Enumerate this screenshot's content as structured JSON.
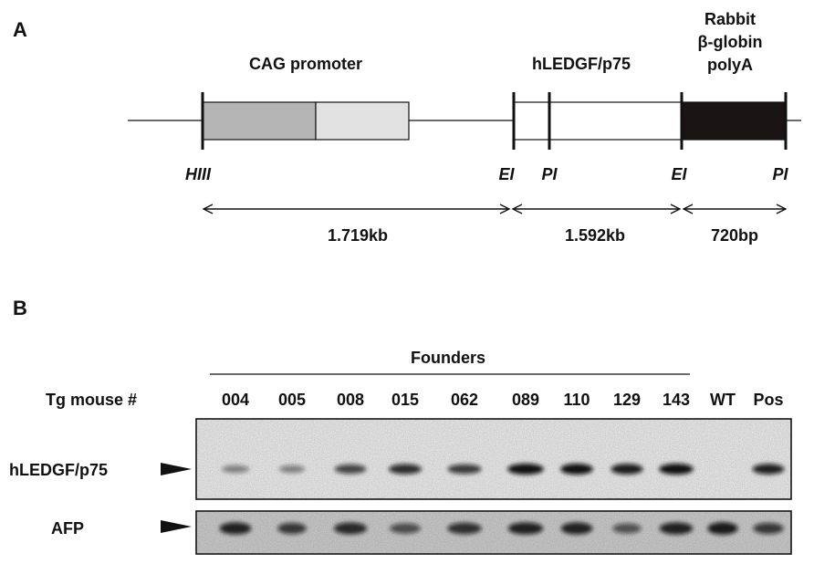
{
  "panels": {
    "a": {
      "label": "A"
    },
    "b": {
      "label": "B"
    }
  },
  "construct": {
    "promoter_label": "CAG promoter",
    "gene_label": "hLEDGF/p75",
    "polya_label_lines": [
      "Rabbit",
      "β-globin",
      "polyA"
    ],
    "sites": [
      "HIII",
      "EI",
      "PI",
      "EI",
      "PI"
    ],
    "sizes": [
      "1.719kb",
      "1.592kb",
      "720bp"
    ],
    "colors": {
      "promoter_dark": "#b5b5b5",
      "promoter_light": "#e1e1e1",
      "gene": "#ffffff",
      "polya": "#1a1414",
      "line": "#111111"
    }
  },
  "blot": {
    "group_label": "Founders",
    "row_header": "Tg mouse #",
    "lanes": [
      "004",
      "005",
      "008",
      "015",
      "062",
      "089",
      "110",
      "129",
      "143",
      "WT",
      "Pos"
    ],
    "probes": [
      {
        "name": "hLEDGF/p75",
        "intensities": [
          0.3,
          0.3,
          0.65,
          0.8,
          0.72,
          0.97,
          0.97,
          0.9,
          0.97,
          0.0,
          0.88
        ]
      },
      {
        "name": "AFP",
        "intensities": [
          0.85,
          0.7,
          0.8,
          0.55,
          0.75,
          0.85,
          0.85,
          0.5,
          0.85,
          0.9,
          0.7
        ]
      }
    ]
  }
}
